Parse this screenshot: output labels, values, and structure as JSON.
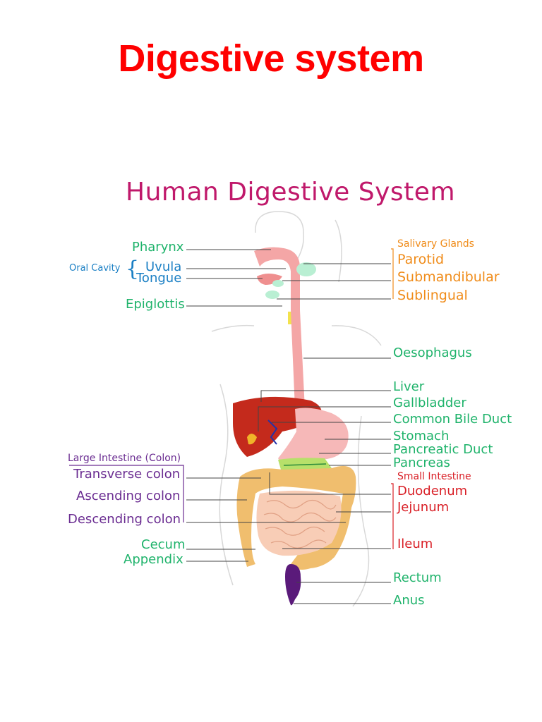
{
  "page": {
    "title": "Digestive system"
  },
  "figure": {
    "title": "Human Digestive System",
    "left_labels": {
      "pharynx": "Pharynx",
      "oral_cavity": "Oral Cavity",
      "uvula": "Uvula",
      "tongue": "Tongue",
      "epiglottis": "Epiglottis",
      "large_intestine_header": "Large Intestine (Colon)",
      "transverse_colon": "Transverse colon",
      "ascending_colon": "Ascending colon",
      "descending_colon": "Descending colon",
      "cecum": "Cecum",
      "appendix": "Appendix"
    },
    "right_labels": {
      "salivary_glands_header": "Salivary Glands",
      "parotid": "Parotid",
      "submandibular": "Submandibular",
      "sublingual": "Sublingual",
      "oesophagus": "Oesophagus",
      "liver": "Liver",
      "gallbladder": "Gallbladder",
      "common_bile_duct": "Common Bile Duct",
      "stomach": "Stomach",
      "pancreatic_duct": "Pancreatic Duct",
      "pancreas": "Pancreas",
      "small_intestine_header": "Small Intestine",
      "duodenum": "Duodenum",
      "jejunum": "Jejunum",
      "ileum": "Ileum",
      "rectum": "Rectum",
      "anus": "Anus"
    },
    "colors": {
      "title": "#c0196b",
      "green_labels": "#1fb36b",
      "salivary": "#f08c1a",
      "large_intestine": "#6a2c91",
      "small_intestine": "#d91f26",
      "oral_cavity": "#1a7fc4"
    }
  }
}
